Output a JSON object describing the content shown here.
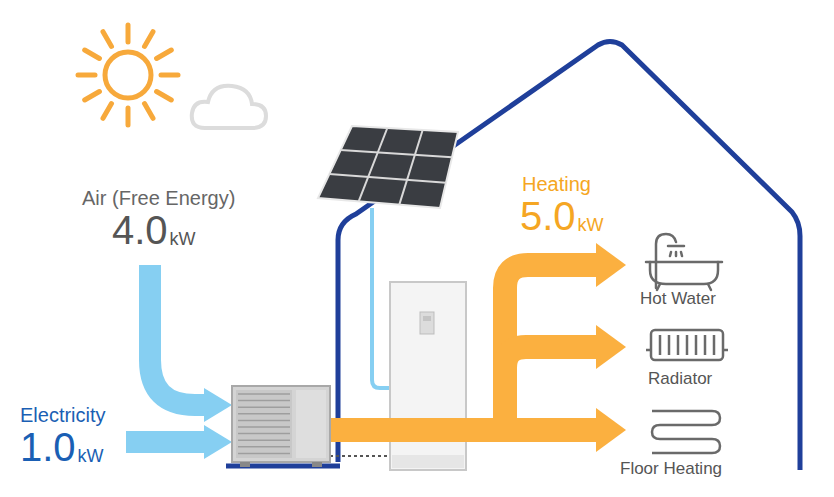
{
  "diagram": {
    "labels": [
      "Air (Free Energy)",
      "4.0",
      "kW",
      "Electricity",
      "1.0",
      "kW",
      "Heating",
      "5.0",
      "kW",
      "Hot Water",
      "Radiator",
      "Floor Heating"
    ]
  }
}
